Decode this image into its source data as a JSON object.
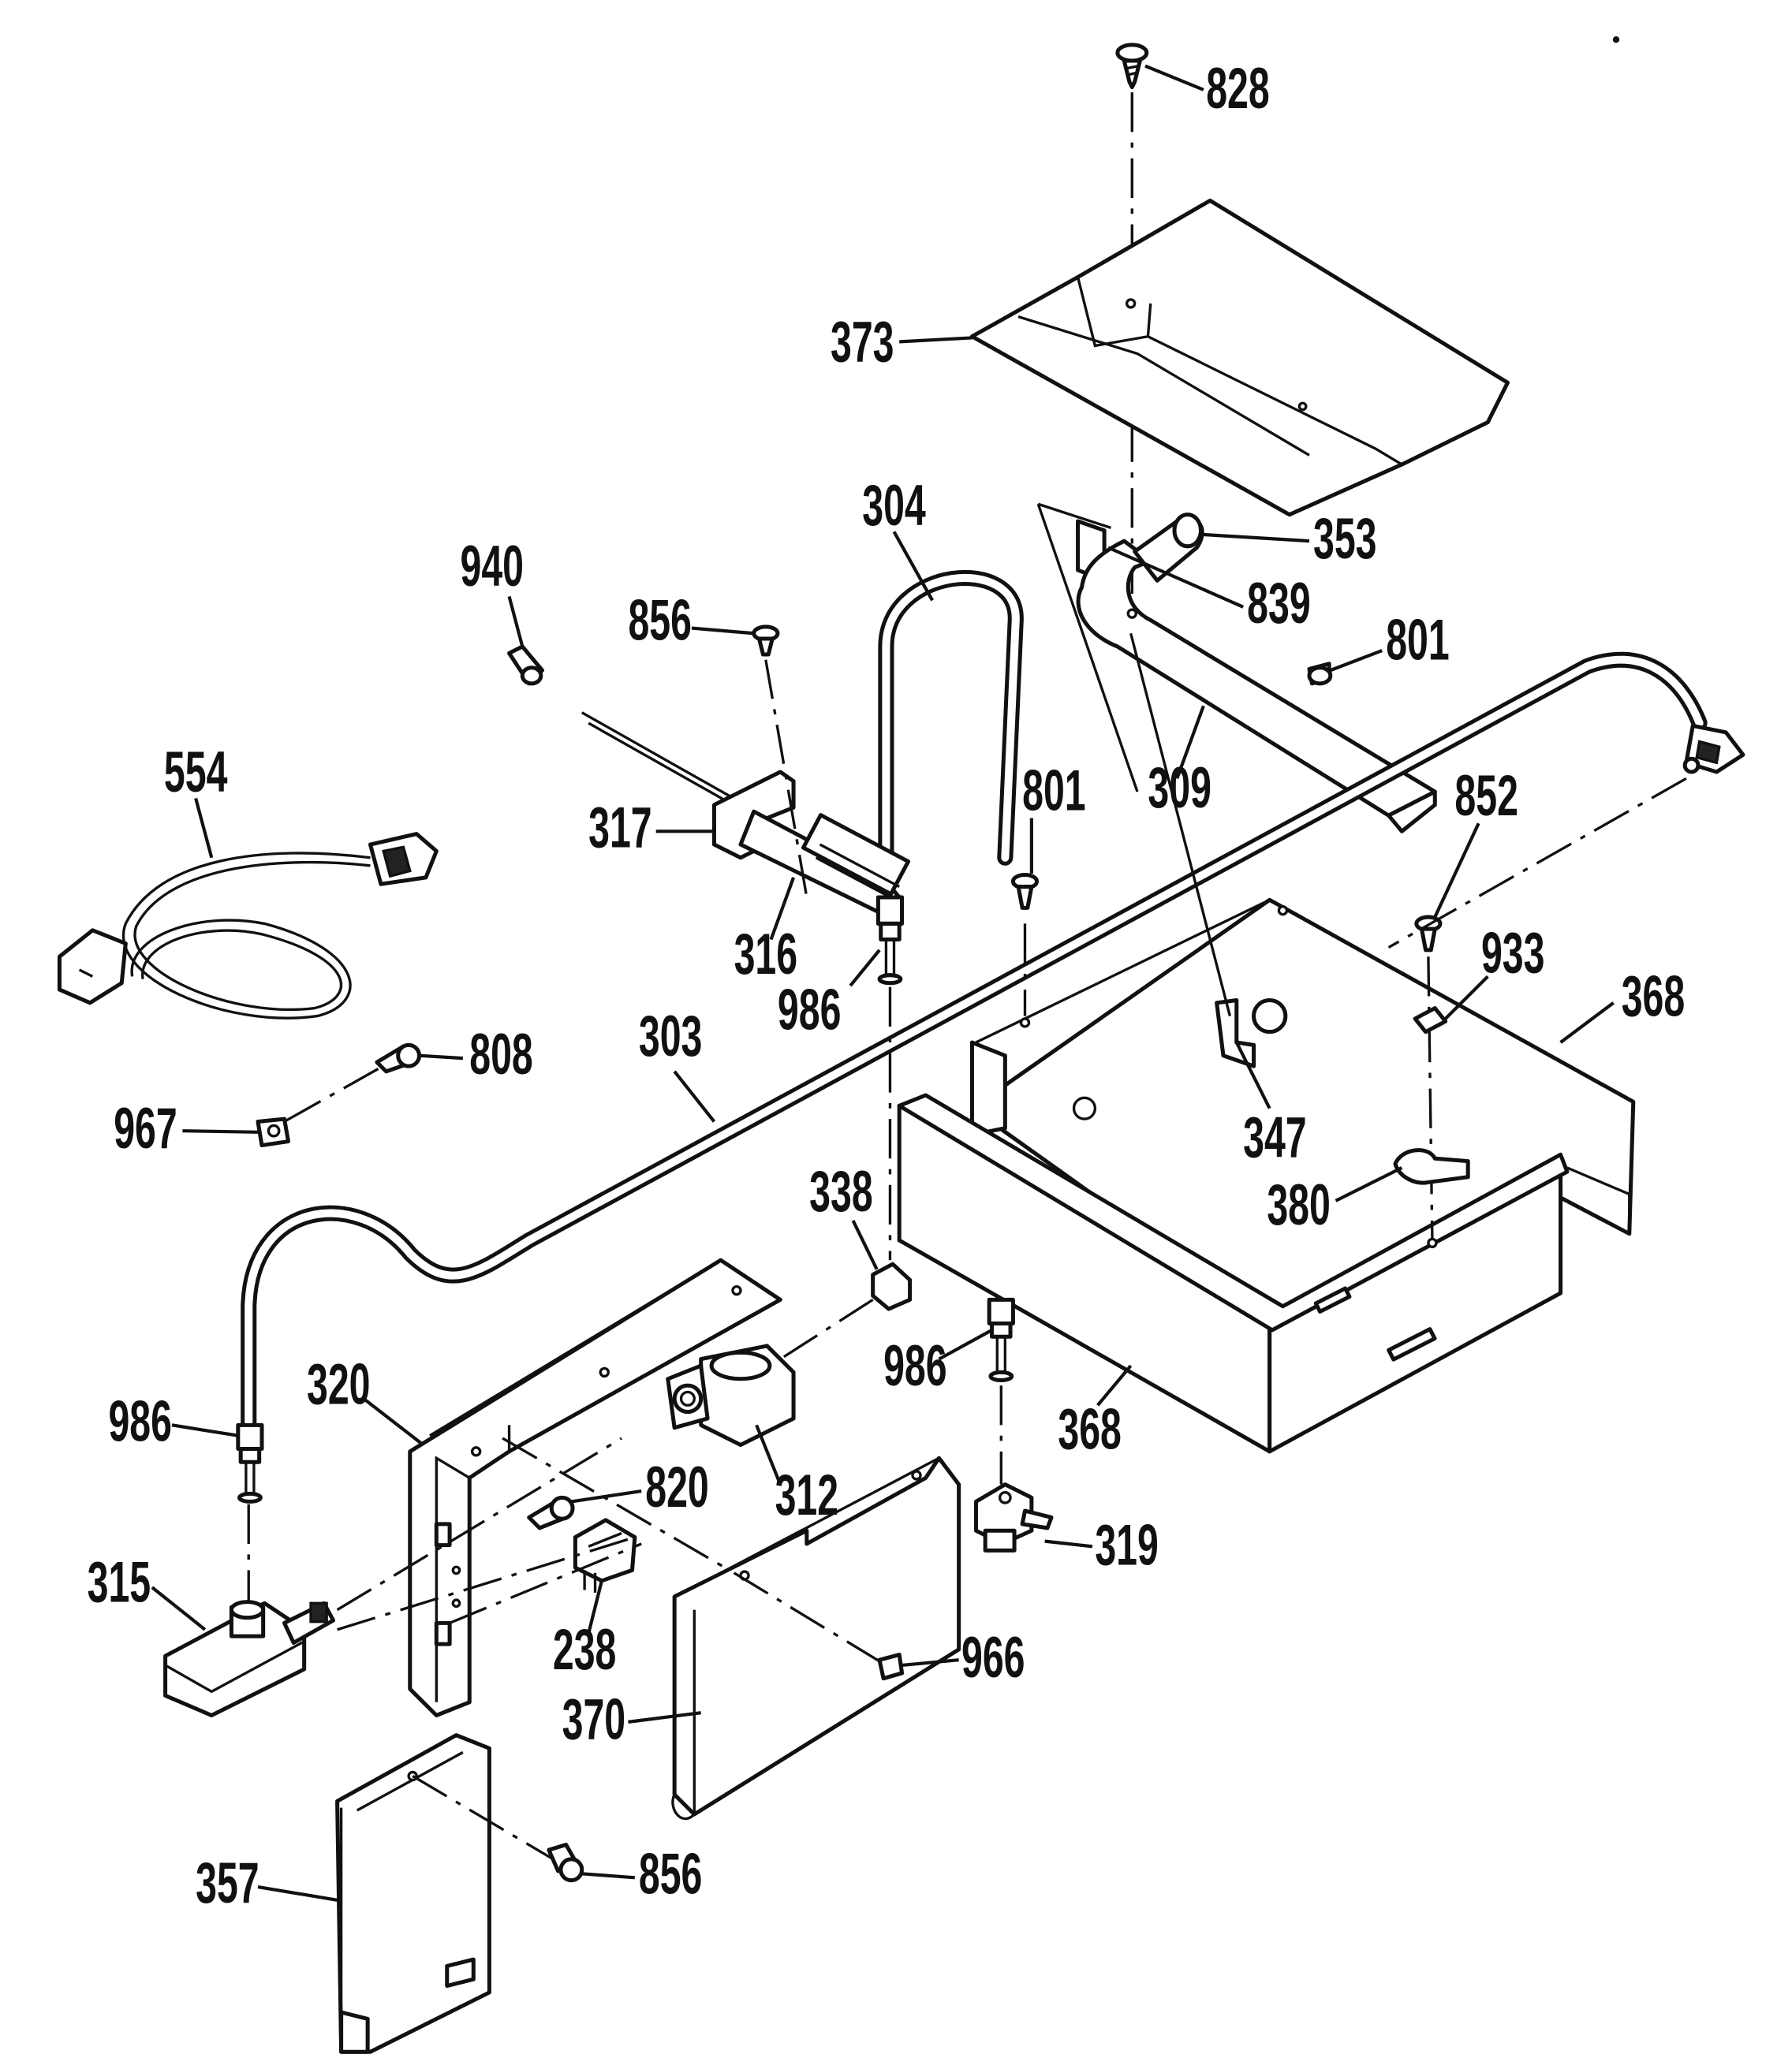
{
  "labels": {
    "l828": "828",
    "l373": "373",
    "l304": "304",
    "l353": "353",
    "l940": "940",
    "l856a": "856",
    "l839": "839",
    "l801a": "801",
    "l554": "554",
    "l309": "309",
    "l801b": "801",
    "l852": "852",
    "l317": "317",
    "l316": "316",
    "l933": "933",
    "l986a": "986",
    "l368a": "368",
    "l808": "808",
    "l303": "303",
    "l967": "967",
    "l347": "347",
    "l338": "338",
    "l380": "380",
    "l986b": "986",
    "l320": "320",
    "l368b": "368",
    "l986c": "986",
    "l820": "820",
    "l312": "312",
    "l319": "319",
    "l315": "315",
    "l238": "238",
    "l966": "966",
    "l370": "370",
    "l357": "357",
    "l856b": "856"
  }
}
